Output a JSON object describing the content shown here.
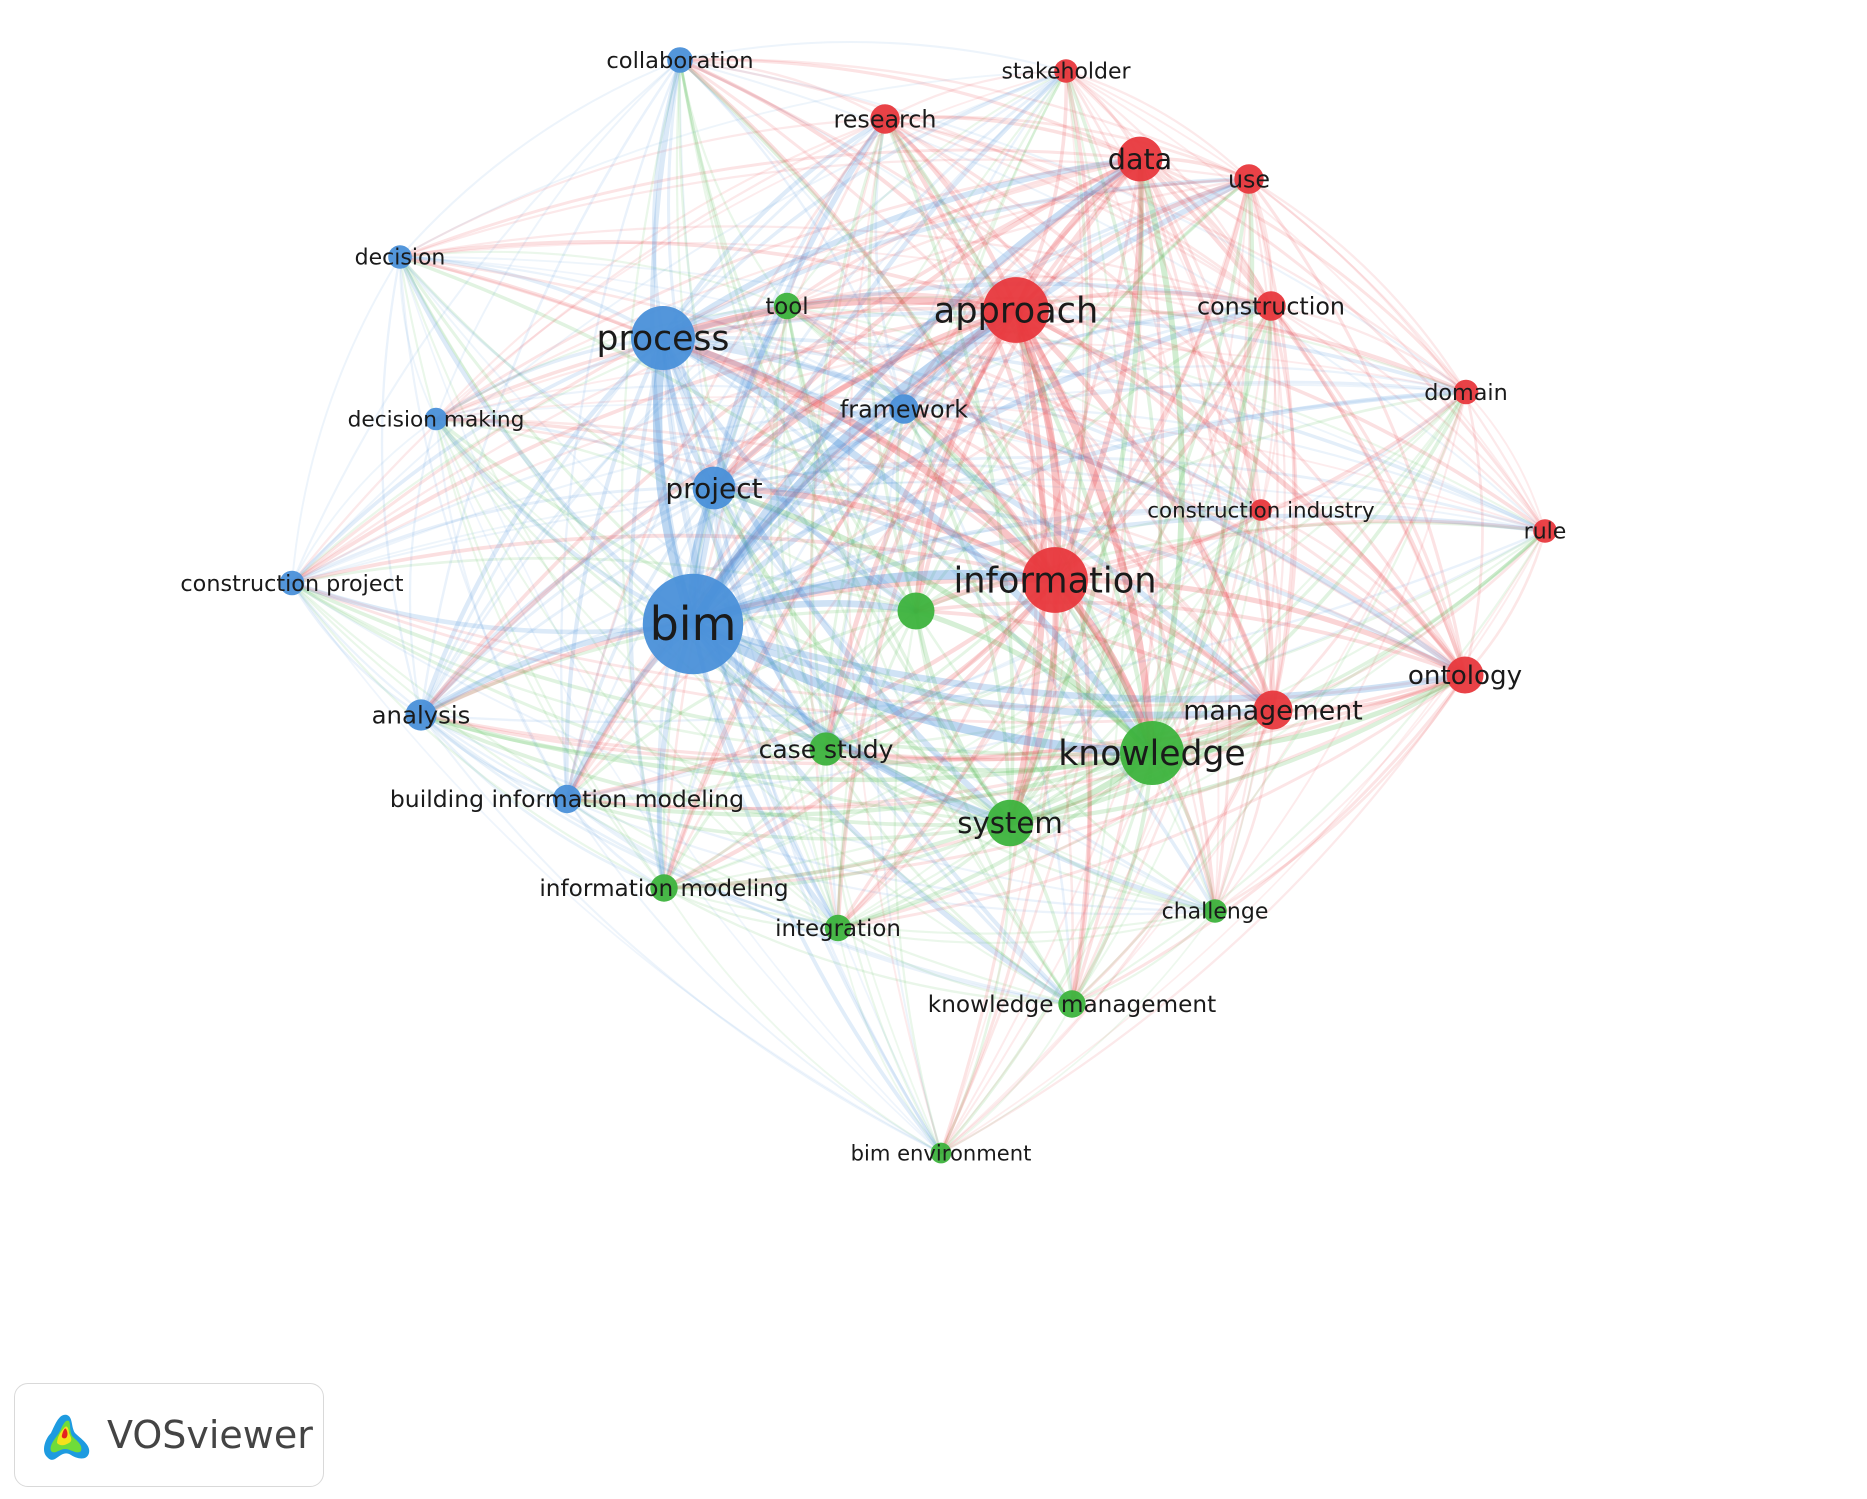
{
  "colors": {
    "blue": "#4a90d9",
    "red": "#e8383d",
    "green": "#3db33d"
  },
  "brand": {
    "name": "VOSviewer",
    "logo_icon": "vosviewer-logo-icon"
  },
  "nodes": [
    {
      "id": "collaboration",
      "label": "collaboration",
      "cluster": "blue",
      "weight": 1.2
    },
    {
      "id": "decision",
      "label": "decision",
      "cluster": "blue",
      "weight": 1.0
    },
    {
      "id": "process",
      "label": "process",
      "cluster": "blue",
      "weight": 5.2
    },
    {
      "id": "decision-making",
      "label": "decision making",
      "cluster": "blue",
      "weight": 0.9
    },
    {
      "id": "framework",
      "label": "framework",
      "cluster": "blue",
      "weight": 1.6
    },
    {
      "id": "project",
      "label": "project",
      "cluster": "blue",
      "weight": 3.0
    },
    {
      "id": "construction-project",
      "label": "construction project",
      "cluster": "blue",
      "weight": 1.1
    },
    {
      "id": "bim",
      "label": "bim",
      "cluster": "blue",
      "weight": 9.0
    },
    {
      "id": "analysis",
      "label": "analysis",
      "cluster": "blue",
      "weight": 1.8
    },
    {
      "id": "building-information-modeling",
      "label": "building information modeling",
      "cluster": "blue",
      "weight": 1.5
    },
    {
      "id": "stakeholder",
      "label": "stakeholder",
      "cluster": "red",
      "weight": 1.0
    },
    {
      "id": "research",
      "label": "research",
      "cluster": "red",
      "weight": 1.6
    },
    {
      "id": "data",
      "label": "data",
      "cluster": "red",
      "weight": 3.2
    },
    {
      "id": "use",
      "label": "use",
      "cluster": "red",
      "weight": 1.6
    },
    {
      "id": "approach",
      "label": "approach",
      "cluster": "red",
      "weight": 5.4
    },
    {
      "id": "construction",
      "label": "construction",
      "cluster": "red",
      "weight": 1.6
    },
    {
      "id": "domain",
      "label": "domain",
      "cluster": "red",
      "weight": 1.1
    },
    {
      "id": "construction-industry",
      "label": "construction industry",
      "cluster": "red",
      "weight": 0.8
    },
    {
      "id": "rule",
      "label": "rule",
      "cluster": "red",
      "weight": 1.0
    },
    {
      "id": "information",
      "label": "information",
      "cluster": "red",
      "weight": 5.4
    },
    {
      "id": "ontology",
      "label": "ontology",
      "cluster": "red",
      "weight": 2.4
    },
    {
      "id": "management",
      "label": "management",
      "cluster": "red",
      "weight": 2.6
    },
    {
      "id": "tool",
      "label": "tool",
      "cluster": "green",
      "weight": 1.3
    },
    {
      "id": "unlabeled-green",
      "label": "",
      "cluster": "green",
      "weight": 2.4
    },
    {
      "id": "case-study",
      "label": "case study",
      "cluster": "green",
      "weight": 2.0
    },
    {
      "id": "knowledge",
      "label": "knowledge",
      "cluster": "green",
      "weight": 5.2
    },
    {
      "id": "system",
      "label": "system",
      "cluster": "green",
      "weight": 3.4
    },
    {
      "id": "information-modeling",
      "label": "information modeling",
      "cluster": "green",
      "weight": 1.4
    },
    {
      "id": "integration",
      "label": "integration",
      "cluster": "green",
      "weight": 1.3
    },
    {
      "id": "challenge",
      "label": "challenge",
      "cluster": "green",
      "weight": 1.0
    },
    {
      "id": "knowledge-management",
      "label": "knowledge management",
      "cluster": "green",
      "weight": 1.4
    },
    {
      "id": "bim-environment",
      "label": "bim environment",
      "cluster": "green",
      "weight": 0.7
    }
  ]
}
